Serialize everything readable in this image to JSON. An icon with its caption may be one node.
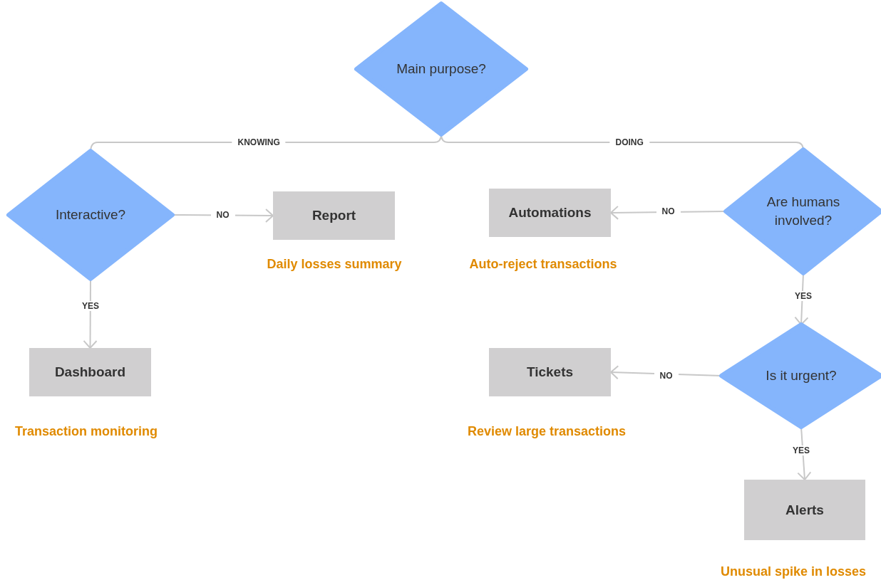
{
  "diagram": {
    "nodes": [
      {
        "text": [
          "Main purpose?"
        ]
      },
      {
        "text": [
          "Interactive?"
        ]
      },
      {
        "text": [
          "Report"
        ],
        "beside": [
          "Daily losses summary"
        ]
      },
      {
        "text": [
          "Dashboard"
        ],
        "beside": [
          "Transaction monitoring"
        ]
      },
      {
        "text": [
          "Are humans involved?"
        ]
      },
      {
        "text": [
          "Automations"
        ],
        "beside": [
          "Auto-reject transactions"
        ]
      },
      {
        "text": [
          "Is it urgent?"
        ]
      },
      {
        "text": [
          "Tickets"
        ],
        "beside": [
          "Review large transactions"
        ]
      },
      {
        "text": [
          "Alerts"
        ],
        "beside": [
          "Unusual spike in losses"
        ]
      }
    ],
    "edges": [
      {
        "from": 0,
        "to": 1,
        "arrow": "none",
        "label": "KNOWING"
      },
      {
        "from": 0,
        "to": 4,
        "arrow": "none",
        "label": "DOING"
      },
      {
        "from": 1,
        "to": 2,
        "arrow": "to",
        "label": "NO"
      },
      {
        "from": 1,
        "to": 3,
        "arrow": "to",
        "label": "YES"
      },
      {
        "from": 4,
        "to": 5,
        "arrow": "to",
        "label": "NO"
      },
      {
        "from": 4,
        "to": 6,
        "arrow": "to",
        "label": "YES"
      },
      {
        "from": 6,
        "to": 7,
        "arrow": "to",
        "label": "NO"
      },
      {
        "from": 6,
        "to": 8,
        "arrow": "to",
        "label": "YES"
      }
    ]
  }
}
